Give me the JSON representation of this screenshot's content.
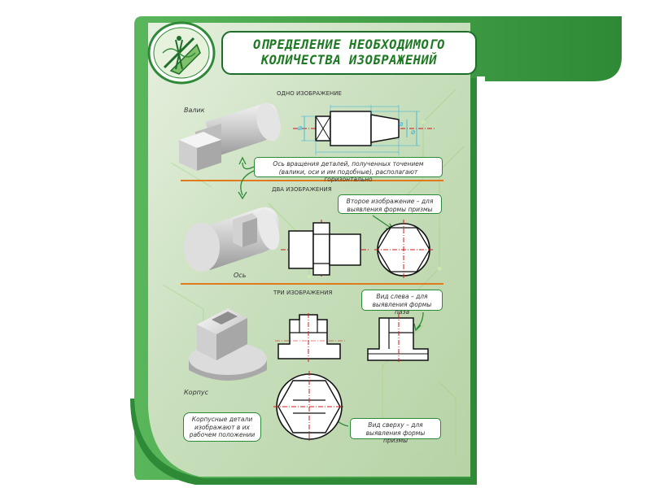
{
  "title": {
    "line1": "ОПРЕДЕЛЕНИЕ НЕОБХОДИМОГО",
    "line2": "КОЛИЧЕСТВА ИЗОБРАЖЕНИЙ"
  },
  "sections": {
    "one": "ОДНО ИЗОБРАЖЕНИЕ",
    "two": "ДВА ИЗОБРАЖЕНИЯ",
    "three": "ТРИ ИЗОБРАЖЕНИЯ"
  },
  "labels": {
    "valik": "Валик",
    "os": "Ось",
    "korpus": "Корпус"
  },
  "callouts": {
    "axis": "Ось вращения деталей, полученных точением (валики, оси и им подобные), располагают горизонтально",
    "second_image": "Второе изображение – для выявления формы призмы",
    "left_view": "Вид слева – для выявления формы паза",
    "top_view": "Вид сверху – для выявления формы призмы",
    "working_position": "Корпусные детали изображают в их рабочем положении"
  },
  "dimension_symbol": "⌀",
  "colors": {
    "frame_green": "#1e6e2a",
    "panel_green": "#cfe3c4",
    "divider_orange": "#e07a1c",
    "center_line_red": "#d01818",
    "dimension_cyan": "#2bb0e0",
    "title_text": "#1d7a22"
  },
  "icons": [
    "drafting-tools-icon"
  ]
}
